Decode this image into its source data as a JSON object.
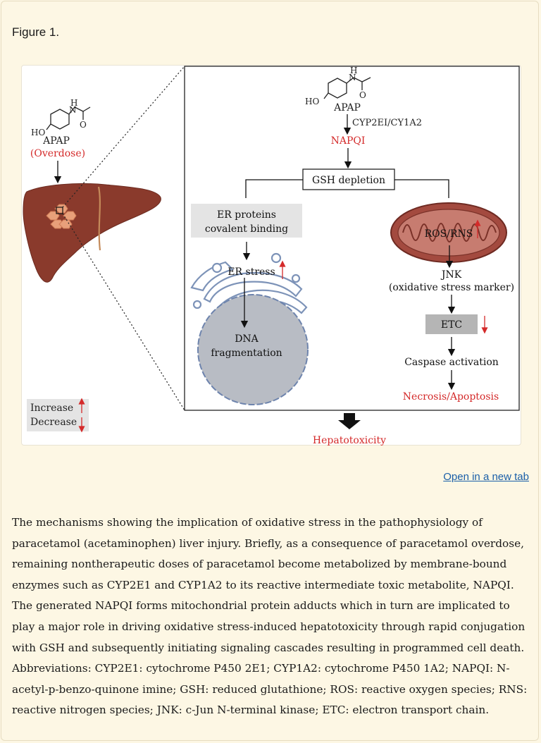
{
  "figure": {
    "title": "Figure 1.",
    "apap_left": "APAP",
    "overdose": "(Overdose)",
    "hn_left": "H\nN",
    "ho_left": "HO",
    "o_left": "O",
    "legend": {
      "increase": "Increase",
      "decrease": "Decrease"
    },
    "apap_right": "APAP",
    "ho_right": "HO",
    "h_right": "H",
    "n_right": "N",
    "o_right": "O",
    "enzymes": "CYP2EI/CY1A2",
    "napqi": "NAPQI",
    "gsh_depletion": "GSH depletion",
    "er_proteins_line1": "ER proteins",
    "er_proteins_line2": "covalent binding",
    "ros_rns": "ROS/RNS",
    "er_stress": "ER stress",
    "dna_line1": "DNA",
    "dna_line2": "fragmentation",
    "jnk": "JNK",
    "jnk_note": "(oxidative stress marker)",
    "etc": "ETC",
    "caspase": "Caspase activation",
    "necrosis": "Necrosis/Apoptosis",
    "hepatotoxicity": "Hepatotoxicity",
    "colors": {
      "red": "#d42a2a",
      "gray_box": "#e4e4e4",
      "etc_box": "#b5b5b5",
      "liver": "#8a3a2c",
      "mito": "#a34a3f",
      "nucleus": "#b8bcc4"
    }
  },
  "open_link": "Open in a new tab",
  "caption": "The mechanisms showing the implication of oxidative stress in the pathophysiology of paracetamol (acetaminophen) liver injury. Briefly, as a consequence of paracetamol overdose, remaining nontherapeutic doses of paracetamol become metabolized by membrane-bound enzymes such as CYP2E1 and CYP1A2 to its reactive intermediate toxic metabolite, NAPQI. The generated NAPQI forms mitochondrial protein adducts which in turn are implicated to play a major role in driving oxidative stress-induced hepatotoxicity through rapid conjugation with GSH and subsequently initiating signaling cascades resulting in programmed cell death. Abbreviations: CYP2E1: cytochrome P450 2E1; CYP1A2: cytochrome P450 1A2; NAPQI: N-acetyl-p-benzo-quinone imine; GSH: reduced glutathione; ROS: reactive oxygen species; RNS: reactive nitrogen species; JNK: c-Jun N-terminal kinase; ETC: electron transport chain."
}
